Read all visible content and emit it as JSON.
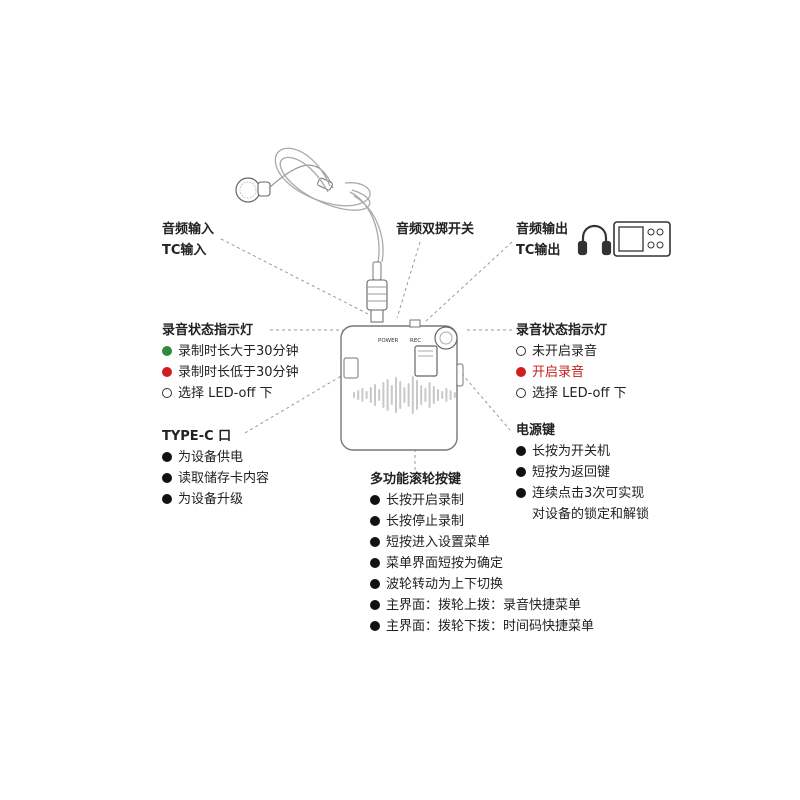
{
  "labels": {
    "audio_in": [
      "音频输入",
      "TC输入"
    ],
    "dual_switch": "音频双掷开关",
    "audio_out": [
      "音频输出",
      "TC输出"
    ],
    "power_label": "POWER",
    "rec_label": "REC"
  },
  "left_led": {
    "title": "录音状态指示灯",
    "items": [
      {
        "text": "录制时长大于30分钟",
        "dot": "green"
      },
      {
        "text": "录制时长低于30分钟",
        "dot": "red"
      },
      {
        "text": "选择 LED-off 下",
        "dot": "open"
      }
    ]
  },
  "right_led": {
    "title": "录音状态指示灯",
    "items": [
      {
        "text": "未开启录音",
        "dot": "open"
      },
      {
        "text": "开启录音",
        "dot": "red",
        "highlight": true
      },
      {
        "text": "选择 LED-off 下",
        "dot": "open"
      }
    ]
  },
  "typec": {
    "title": "TYPE-C 口",
    "items": [
      {
        "text": "为设备供电",
        "dot": "black"
      },
      {
        "text": "读取储存卡内容",
        "dot": "black"
      },
      {
        "text": "为设备升级",
        "dot": "black"
      }
    ]
  },
  "power_key": {
    "title": "电源键",
    "items": [
      {
        "text": "长按为开关机",
        "dot": "black"
      },
      {
        "text": "短按为返回键",
        "dot": "black"
      },
      {
        "text": "连续点击3次可实现",
        "dot": "black"
      },
      {
        "text": "对设备的锁定和解锁",
        "dot": "none"
      }
    ]
  },
  "wheel": {
    "title": "多功能滚轮按键",
    "items": [
      {
        "text": "长按开启录制",
        "dot": "black"
      },
      {
        "text": "长按停止录制",
        "dot": "black"
      },
      {
        "text": "短按进入设置菜单",
        "dot": "black"
      },
      {
        "text": "菜单界面短按为确定",
        "dot": "black"
      },
      {
        "text": "波轮转动为上下切换",
        "dot": "black"
      },
      {
        "text": "主界面：拨轮上拨：录音快捷菜单",
        "dot": "black"
      },
      {
        "text": "主界面：拨轮下拨：时间码快捷菜单",
        "dot": "black"
      }
    ]
  },
  "icons": [
    "headphones-icon",
    "recorder-device-icon",
    "lavalier-mic-icon"
  ],
  "colors": {
    "text": "#222222",
    "line": "#999999",
    "green": "#2f8a3c",
    "red": "#d01e1e"
  }
}
